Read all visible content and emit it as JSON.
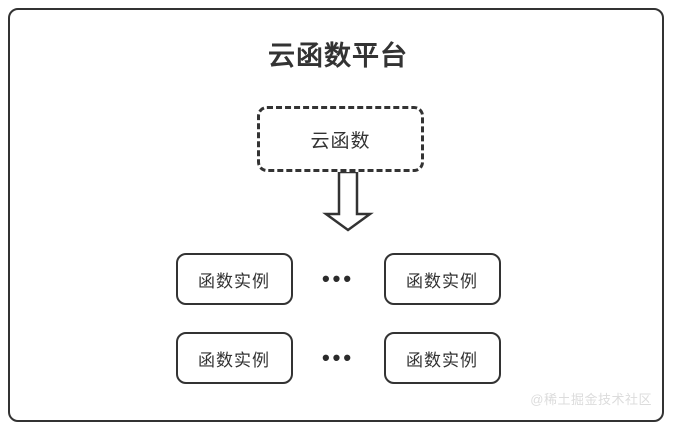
{
  "diagram": {
    "title": "云函数平台",
    "cloud_function": {
      "label": "云函数",
      "border_style": "dashed"
    },
    "arrow": {
      "icon": "arrow-down-block",
      "direction": "down"
    },
    "instance_rows": [
      {
        "left_instance": "函数实例",
        "ellipsis": "•••",
        "right_instance": "函数实例"
      },
      {
        "left_instance": "函数实例",
        "ellipsis": "•••",
        "right_instance": "函数实例"
      }
    ],
    "watermark": "@稀土掘金技术社区",
    "colors": {
      "stroke": "#333333",
      "background": "#ffffff",
      "text": "#333333",
      "watermark": "#dcdcdc"
    }
  }
}
